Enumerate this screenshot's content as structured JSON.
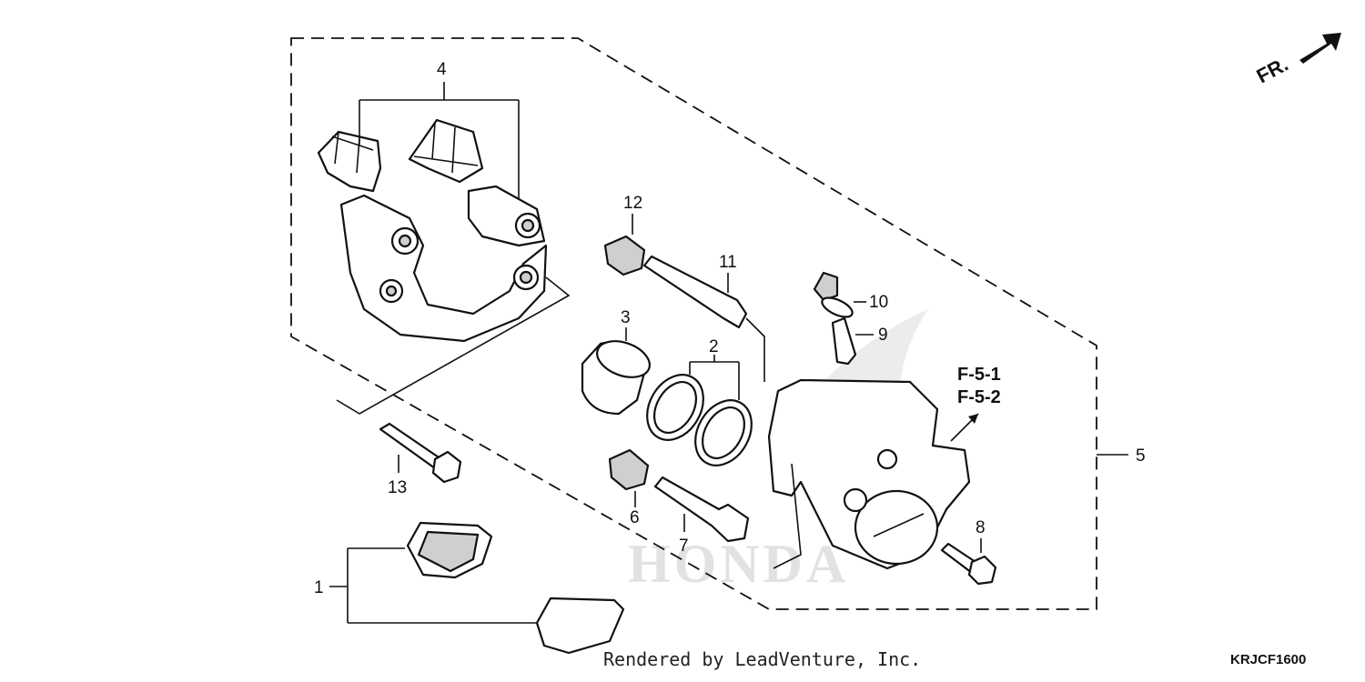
{
  "diagram": {
    "direction_label": "FR.",
    "watermark": "HONDA",
    "credit": "Rendered by LeadVenture, Inc.",
    "diagram_code": "KRJCF1600",
    "cross_refs": [
      "F-5-1",
      "F-5-2"
    ],
    "callouts": [
      {
        "id": "c1",
        "label": "1",
        "part": "brake pad set"
      },
      {
        "id": "c2",
        "label": "2",
        "part": "piston seal set"
      },
      {
        "id": "c3",
        "label": "3",
        "part": "caliper piston"
      },
      {
        "id": "c4",
        "label": "4",
        "part": "pad retainer clips"
      },
      {
        "id": "c5",
        "label": "5",
        "part": "caliper assembly"
      },
      {
        "id": "c6",
        "label": "6",
        "part": "pin boot"
      },
      {
        "id": "c7",
        "label": "7",
        "part": "slide pin"
      },
      {
        "id": "c8",
        "label": "8",
        "part": "mounting bolt"
      },
      {
        "id": "c9",
        "label": "9",
        "part": "bleeder screw"
      },
      {
        "id": "c10",
        "label": "10",
        "part": "bleeder cap"
      },
      {
        "id": "c11",
        "label": "11",
        "part": "slide pin"
      },
      {
        "id": "c12",
        "label": "12",
        "part": "pin boot"
      },
      {
        "id": "c13",
        "label": "13",
        "part": "bracket bolt"
      }
    ]
  }
}
